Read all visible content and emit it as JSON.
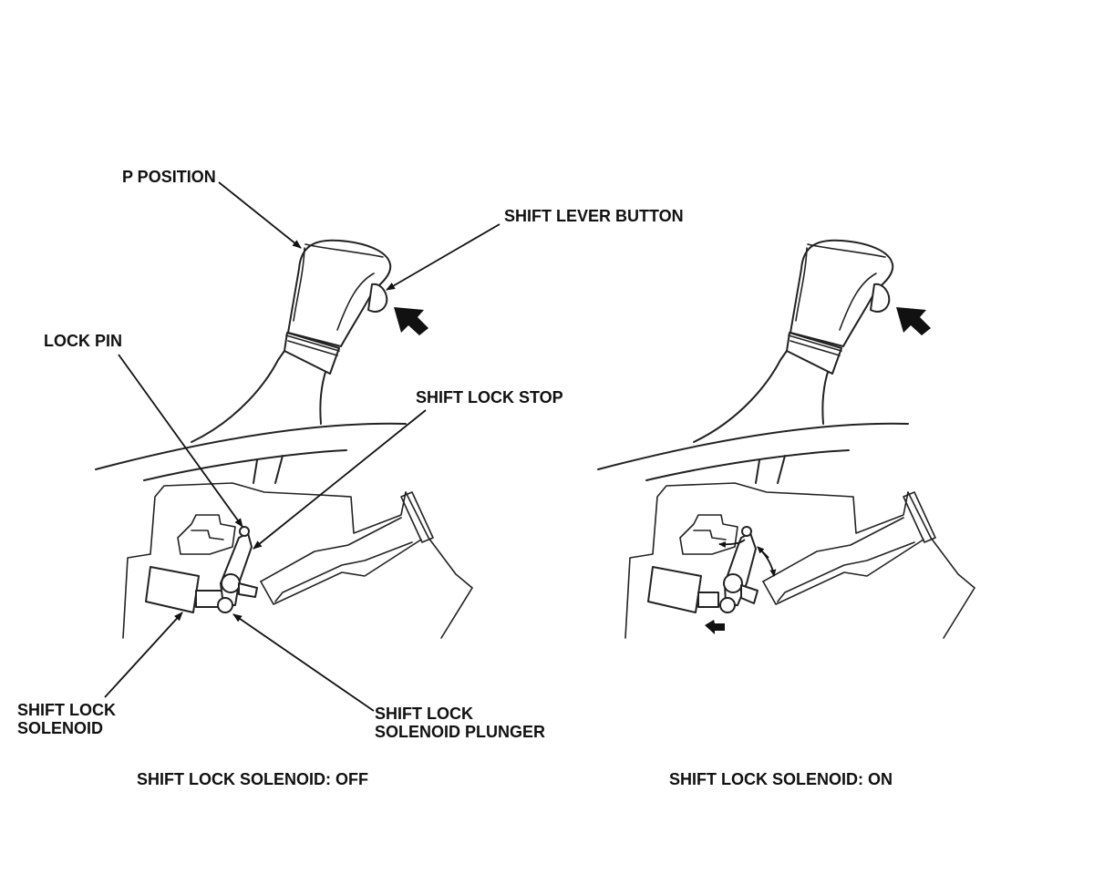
{
  "labels": {
    "p_position": "P POSITION",
    "shift_lever_button": "SHIFT LEVER BUTTON",
    "lock_pin": "LOCK PIN",
    "shift_lock_stop": "SHIFT LOCK STOP",
    "shift_lock_solenoid_line1": "SHIFT LOCK",
    "shift_lock_solenoid_line2": "SOLENOID",
    "plunger_line1": "SHIFT LOCK",
    "plunger_line2": "SOLENOID PLUNGER"
  },
  "captions": {
    "off": "SHIFT LOCK SOLENOID: OFF",
    "on": "SHIFT LOCK SOLENOID: ON"
  },
  "colors": {
    "line": "#222222",
    "text": "#111111",
    "background": "#ffffff"
  }
}
